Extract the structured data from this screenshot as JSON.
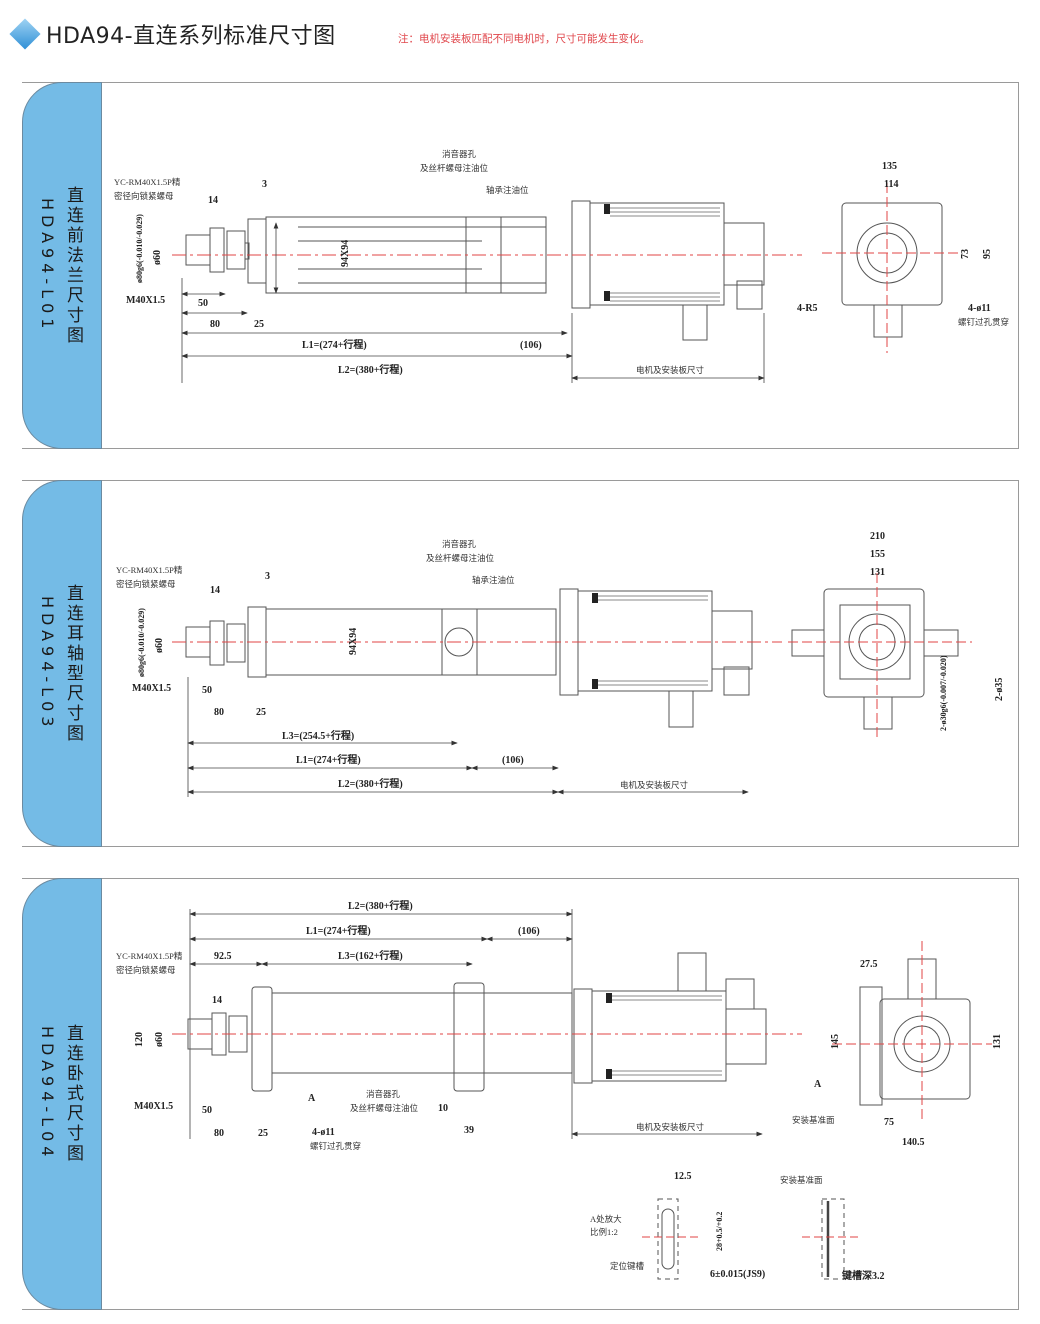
{
  "header": {
    "title": "HDA94-直连系列标准尺寸图",
    "note": "注：电机安装板匹配不同电机时，尺寸可能发生变化。",
    "accent_color": "#3a9ad9",
    "note_color": "#e0474c"
  },
  "panels": [
    {
      "name_cn": "直连前法兰尺寸图",
      "code": "HDA94-L01",
      "side_view": {
        "nut_label_1": "YC-RM40X1.5P精",
        "nut_label_2": "密径向锁紧螺母",
        "dim_14": "14",
        "dim_3": "3",
        "dia_80": "ø80g6(-0.010/-0.029)",
        "dia_60": "ø60",
        "thread": "M40X1.5",
        "dim_50": "50",
        "dim_80": "80",
        "dim_25": "25",
        "body": "94X94",
        "muffler_1": "消音器孔",
        "muffler_2": "及丝杆螺母注油位",
        "bearing_oil": "轴承注油位",
        "L1": "L1=(274+行程)",
        "dim_106": "(106)",
        "L2": "L2=(380+行程)",
        "motor": "电机及安装板尺寸"
      },
      "end_view": {
        "w_135": "135",
        "w_114": "114",
        "h_73": "73",
        "h_95": "95",
        "r5": "4-R5",
        "hole": "4-ø11",
        "hole_note": "螺钉过孔贯穿"
      }
    },
    {
      "name_cn": "直连耳轴型尺寸图",
      "code": "HDA94-L03",
      "side_view": {
        "nut_label_1": "YC-RM40X1.5P精",
        "nut_label_2": "密径向锁紧螺母",
        "dim_14": "14",
        "dim_3": "3",
        "dia_80": "ø80g6(-0.010/-0.029)",
        "dia_60": "ø60",
        "thread": "M40X1.5",
        "dim_50": "50",
        "dim_80": "80",
        "dim_25": "25",
        "body": "94X94",
        "muffler_1": "消音器孔",
        "muffler_2": "及丝杆螺母注油位",
        "bearing_oil": "轴承注油位",
        "L3": "L3=(254.5+行程)",
        "L1": "L1=(274+行程)",
        "dim_106": "(106)",
        "L2": "L2=(380+行程)",
        "motor": "电机及安装板尺寸"
      },
      "end_view": {
        "w_210": "210",
        "w_155": "155",
        "w_131": "131",
        "trunnion": "2-ø30g6(-0.007/-0.020)",
        "d35": "2-ø35"
      }
    },
    {
      "name_cn": "直连卧式尺寸图",
      "code": "HDA94-L04",
      "side_view": {
        "L2": "L2=(380+行程)",
        "L1": "L1=(274+行程)",
        "dim_106": "(106)",
        "dim_92_5": "92.5",
        "L3": "L3=(162+行程)",
        "nut_label_1": "YC-RM40X1.5P精",
        "nut_label_2": "密径向锁紧螺母",
        "dim_14": "14",
        "h_120": "120",
        "dia_60": "ø60",
        "thread": "M40X1.5",
        "dim_50": "50",
        "dim_80": "80",
        "dim_25": "25",
        "mark_a": "A",
        "hole": "4-ø11",
        "hole_note": "螺钉过孔贯穿",
        "muffler_1": "消音器孔",
        "muffler_2": "及丝杆螺母注油位",
        "dim_10": "10",
        "dim_39": "39",
        "motor": "电机及安装板尺寸"
      },
      "end_view": {
        "w_27_5": "27.5",
        "h_145": "145",
        "h_131": "131",
        "mark_a": "A",
        "ref_face": "安装基准面",
        "w_75": "75",
        "w_140_5": "140.5"
      },
      "detail": {
        "zoom_1": "A处放大",
        "zoom_2": "比例1:2",
        "dim_12_5": "12.5",
        "dim_28": "28+0.5/+0.2",
        "key_slot": "定位键槽",
        "key_width": "6±0.015(JS9)",
        "ref_face": "安装基准面",
        "key_depth": "键槽深3.2"
      }
    }
  ]
}
